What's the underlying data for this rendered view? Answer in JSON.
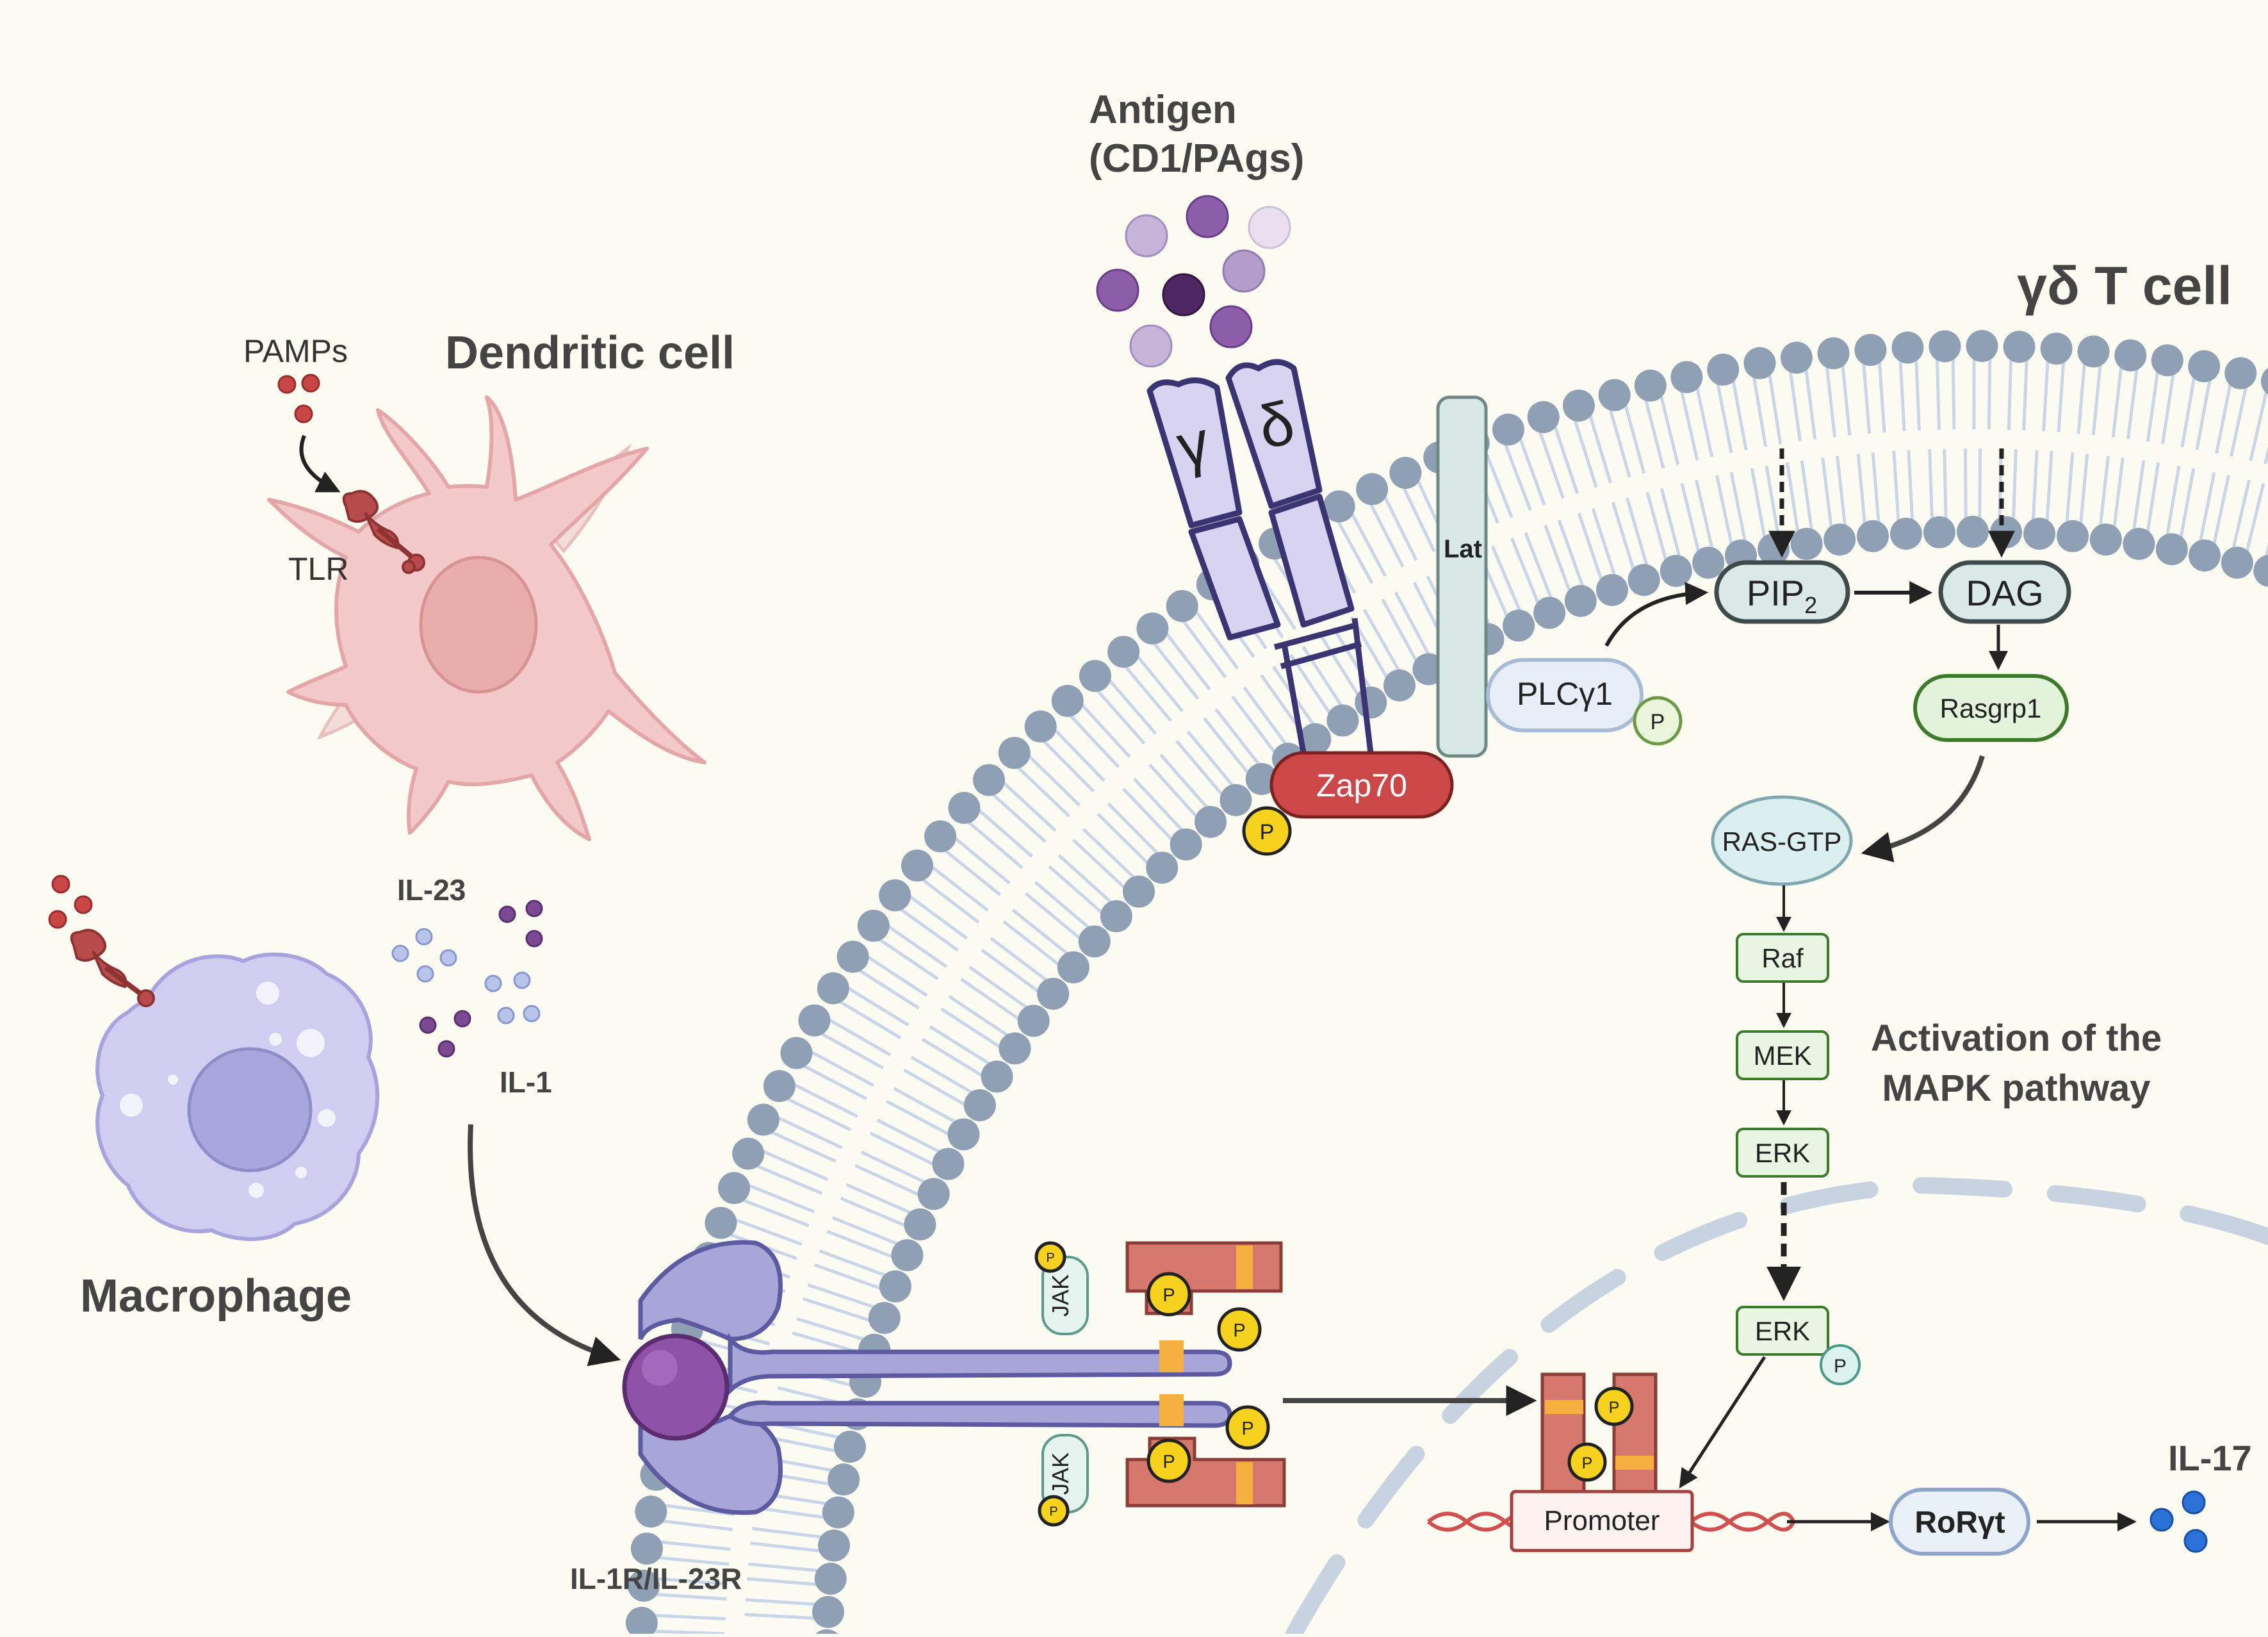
{
  "colors": {
    "background": "#fdfcf2",
    "membrane_head": "#8fa0b4",
    "membrane_tail": "#c9d6ea",
    "dendritic_cell": "#f3c9c9",
    "macrophage": "#cfcdf0",
    "receptor_purple": "#a9a8d6",
    "zap70": "#cc4848",
    "phospho": "#f6d21e",
    "jak_box": "#e6f4f0",
    "stat": "#d6786e",
    "mapk_green": "#e8f6e3",
    "node_blue": "#e3eef0",
    "nucleus_dash": "#c8d3e2",
    "il17": "#2a72d8"
  },
  "labels": {
    "cell_title": "γδ T cell",
    "antigen_line1": "Antigen",
    "antigen_line2": "(CD1/PAgs)",
    "dendritic_cell": "Dendritic cell",
    "pamps": "PAMPs",
    "tlr": "TLR",
    "macrophage": "Macrophage",
    "il23": "IL-23",
    "il1": "IL-1",
    "receptor": "IL-1R/IL-23R",
    "gamma": "γ",
    "delta": "δ",
    "lat": "Lat",
    "zap70": "Zap70",
    "plcg1": "PLCγ1",
    "pip2_base": "PIP",
    "pip2_sub": "2",
    "dag": "DAG",
    "rasgrp1": "Rasgrp1",
    "ras_gtp": "RAS-GTP",
    "raf": "Raf",
    "mek": "MEK",
    "erk": "ERK",
    "erk_p": "ERK",
    "mapk_line1": "Activation of the",
    "mapk_line2": "MAPK pathway",
    "jak": "JAK",
    "phospho": "P",
    "promoter": "Promoter",
    "rorgt": "RoRγt",
    "il17": "IL-17"
  }
}
